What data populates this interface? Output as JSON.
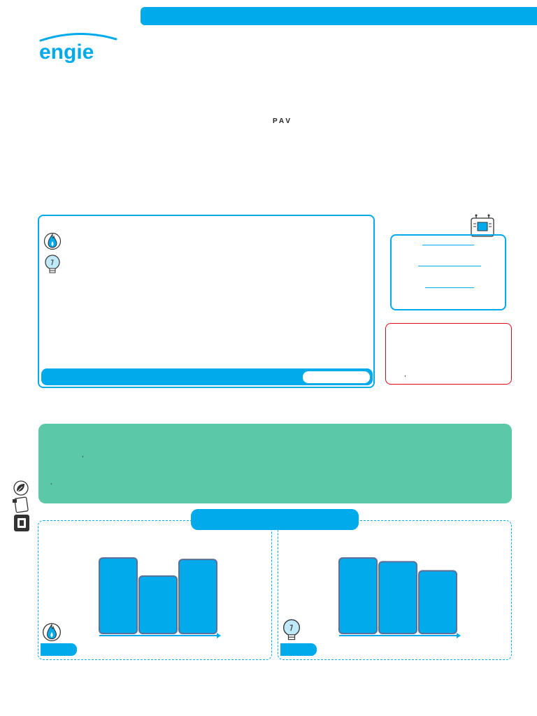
{
  "header": {
    "bar_color": "#00aaeb"
  },
  "logo": {
    "text": "engie",
    "color": "#00aaeb"
  },
  "document": {
    "code": "PAV"
  },
  "consumption_box": {
    "icons": [
      "flame-icon",
      "lightbulb-icon"
    ],
    "progress_bar_color": "#00aaeb"
  },
  "meter_box": {
    "icon": "meter-icon"
  },
  "red_box": {
    "text": ",",
    "border_color": "#e30613"
  },
  "green_box": {
    "texts": [
      ",",
      ","
    ],
    "color": "#5bc8a8"
  },
  "side_icons": [
    "eco-icon",
    "document-icon",
    "bin-icon"
  ],
  "chart_data": [
    {
      "type": "bar",
      "series": [
        {
          "values": [
            100,
            76,
            98
          ]
        }
      ],
      "icon": "flame-icon"
    },
    {
      "type": "bar",
      "series": [
        {
          "values": [
            100,
            95,
            83
          ]
        }
      ],
      "icon": "lightbulb-icon"
    }
  ]
}
